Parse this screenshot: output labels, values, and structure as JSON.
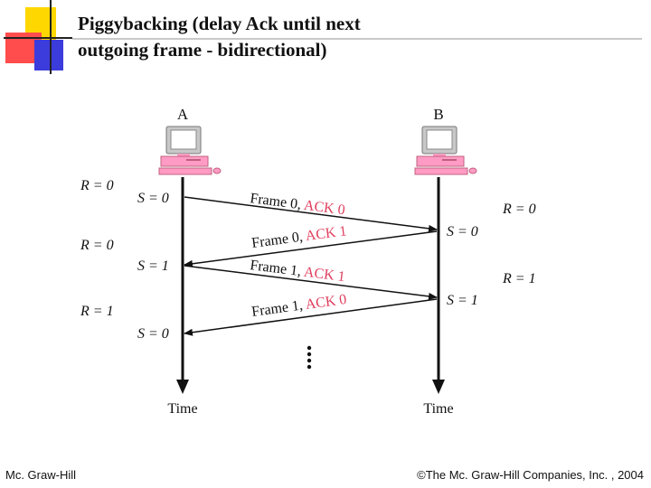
{
  "title": {
    "line1": "Piggybacking (delay Ack until next",
    "line2": "outgoing frame - bidirectional)"
  },
  "stations": {
    "a": {
      "label": "A",
      "time_label": "Time"
    },
    "b": {
      "label": "B",
      "time_label": "Time"
    }
  },
  "left_r_labels": [
    "R = 0",
    "R = 0",
    "R = 1"
  ],
  "left_s_labels": [
    "S = 0",
    "S = 1",
    "S = 0"
  ],
  "right_s_labels": [
    "S = 0",
    "S = 1"
  ],
  "right_r_labels": [
    "R = 0",
    "R = 1"
  ],
  "frames": [
    {
      "text": "Frame 0, ",
      "ack": "ACK 0",
      "direction": "A-to-B"
    },
    {
      "text": "Frame 0, ",
      "ack": "ACK 1",
      "direction": "B-to-A"
    },
    {
      "text": "Frame 1, ",
      "ack": "ACK 1",
      "direction": "A-to-B"
    },
    {
      "text": "Frame 1, ",
      "ack": "ACK 0",
      "direction": "B-to-A"
    }
  ],
  "colors": {
    "ack": "#e0405f",
    "computer_body": "#ff9bc4",
    "screen_frame": "#a0a0a0"
  },
  "footer": {
    "left": "Mc. Graw-Hill",
    "right": "©The Mc. Graw-Hill Companies, Inc. , 2004"
  }
}
